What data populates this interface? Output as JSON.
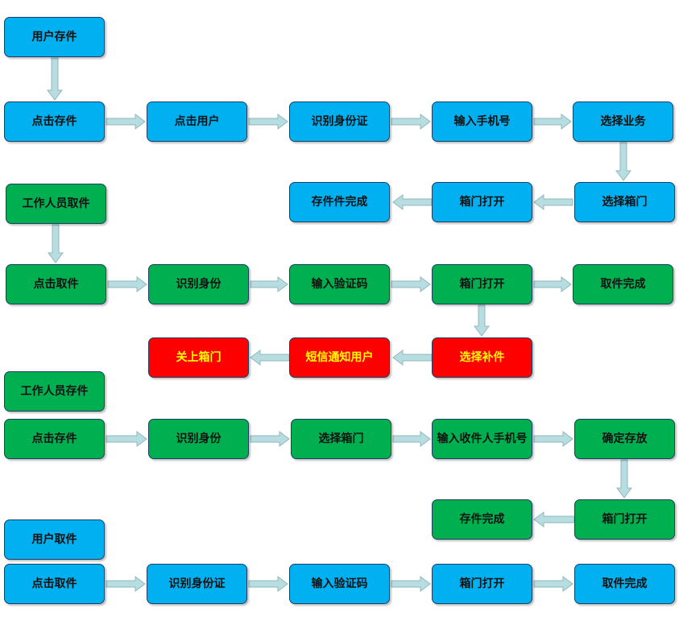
{
  "colors": {
    "blue": "#00b0f0",
    "green": "#00b050",
    "red": "#ff0000",
    "arrow": "#b7dde0"
  },
  "flow1": {
    "start": "用户存件",
    "click": "点击存件",
    "click_user": "点击用户",
    "id_card": "识别身份证",
    "phone": "输入手机号",
    "service": "选择业务",
    "select_box": "选择箱门",
    "open": "箱门打开",
    "done": "存件件完成"
  },
  "flow2": {
    "start": "工作人员取件",
    "click": "点击取件",
    "identify": "识别身份",
    "code": "输入验证码",
    "open": "箱门打开",
    "done": "取件完成",
    "refill": "选择补件",
    "sms": "短信通知用户",
    "close": "关上箱门"
  },
  "flow3": {
    "start": "工作人员存件",
    "click": "点击存件",
    "identify": "识别身份",
    "select_box": "选择箱门",
    "phone": "输入收件人手机号",
    "confirm": "确定存放",
    "open": "箱门打开",
    "done": "存件完成"
  },
  "flow4": {
    "start": "用户取件",
    "click": "点击取件",
    "id_card": "识别身份证",
    "code": "输入验证码",
    "open": "箱门打开",
    "done": "取件完成"
  }
}
